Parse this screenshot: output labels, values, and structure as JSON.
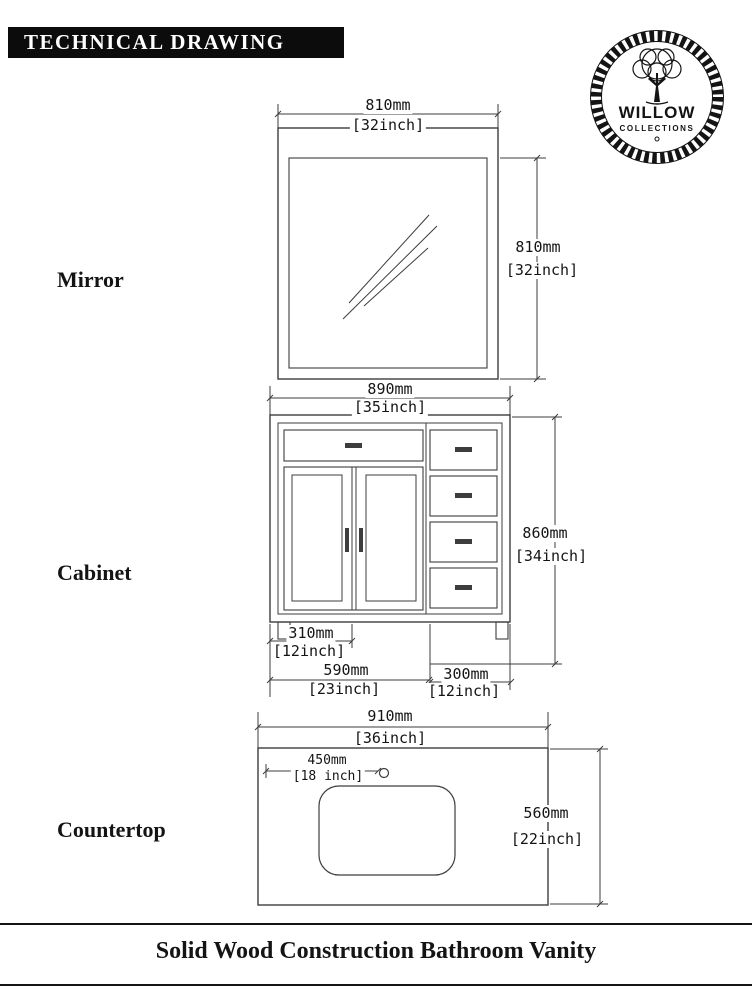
{
  "colors": {
    "line": "#3d3d3d",
    "ink": "#141414",
    "banner_bg": "#0c0c0c",
    "banner_text": "#ffffff"
  },
  "header": {
    "title": "TECHNICAL DRAWING"
  },
  "logo": {
    "name": "WILLOW",
    "subtitle": "COLLECTIONS"
  },
  "labels": {
    "mirror": "Mirror",
    "cabinet": "Cabinet",
    "countertop": "Countertop"
  },
  "dimensions": {
    "mirror_width_mm": "810mm",
    "mirror_width_in": "[32inch]",
    "mirror_height_mm": "810mm",
    "mirror_height_in": "[32inch]",
    "cabinet_width_mm": "890mm",
    "cabinet_width_in": "[35inch]",
    "cabinet_height_mm": "860mm",
    "cabinet_height_in": "[34inch]",
    "cabinet_left_mm": "310mm",
    "cabinet_left_in": "[12inch]",
    "cabinet_doors_mm": "590mm",
    "cabinet_doors_in": "[23inch]",
    "cabinet_drawers_mm": "300mm",
    "cabinet_drawers_in": "[12inch]",
    "countertop_width_mm": "910mm",
    "countertop_width_in": "[36inch]",
    "faucet_offset_mm": "450mm",
    "faucet_offset_in": "[18 inch]",
    "countertop_depth_mm": "560mm",
    "countertop_depth_in": "[22inch]"
  },
  "footer": {
    "title": "Solid Wood Construction Bathroom Vanity"
  }
}
